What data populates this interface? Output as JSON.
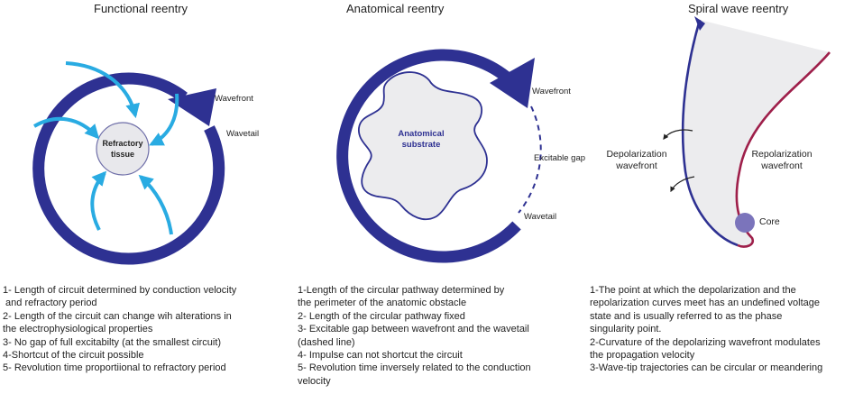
{
  "colors": {
    "navy": "#2e3192",
    "cyan": "#29abe2",
    "substrate_fill": "#ececee",
    "core": "#7b74bb",
    "repol": "#9e1f4a",
    "text": "#222222"
  },
  "panels": [
    {
      "title": "Functional reentry",
      "labels": {
        "wavefront": "Wavefront",
        "wavetail": "Wavetail",
        "center_line1": "Refractory",
        "center_line2": "tissue"
      },
      "notes": [
        "1- Length of circuit determined by conduction velocity",
        " and refractory period",
        "2- Length of the circuit can change wih alterations in",
        "the electrophysiological properties",
        "3- No gap of full excitabilty (at the smallest circuit)",
        "4-Shortcut of the circuit possible",
        "5- Revolution time proportiional to refractory period"
      ]
    },
    {
      "title": "Anatomical reentry",
      "labels": {
        "wavefront": "Wavefront",
        "wavetail": "Wavetail",
        "gap": "Excitable gap",
        "center_line1": "Anatomical",
        "center_line2": "substrate"
      },
      "notes": [
        "1-Length of the circular pathway determined by",
        "the perimeter of the anatomic obstacle",
        "2- Length of the circular pathway fixed",
        "3- Excitable gap between wavefront and the wavetail",
        "(dashed line)",
        "4- Impulse can not shortcut the circuit",
        "5- Revolution time inversely related to the conduction",
        "velocity"
      ]
    },
    {
      "title": "Spiral wave reentry",
      "labels": {
        "depol_line1": "Depolarization",
        "depol_line2": "wavefront",
        "repol_line1": "Repolarization",
        "repol_line2": "wavefront",
        "core": "Core"
      },
      "notes": [
        "1-The point at which the depolarization and the",
        "repolarization curves meet has an undefined voltage",
        "state and is usually referred to as the phase",
        "singularity point.",
        "2-Curvature of the depolarizing wavefront modulates",
        "the propagation velocity",
        "3-Wave-tip trajectories can be circular or meandering"
      ]
    }
  ]
}
